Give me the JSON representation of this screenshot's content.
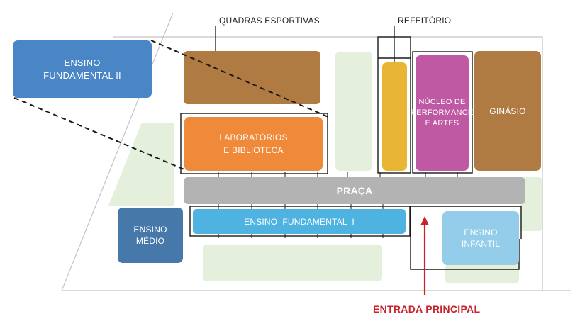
{
  "buildings": {
    "ensino_fundamental_ii": "ENSINO\nFUNDAMENTAL II",
    "quadras_esportivas": "QUADRAS ESPORTIVAS",
    "refeitorio": "REFEITÓRIO",
    "nucleo": "NÚCLEO DE\nPERFORMANCE\nE ARTES",
    "ginasio": "GINÁSIO",
    "laboratorios": "LABORATÓRIOS\nE BIBLIOTECA",
    "praca": "PRAÇA",
    "ensino_fundamental_i": "ENSINO  FUNDAMENTAL  I",
    "ensino_medio": "ENSINO\nMÉDIO",
    "ensino_infantil": "ENSINO\nINFANTIL"
  },
  "entrance": "ENTRADA PRINCIPAL",
  "colors": {
    "blue_fundamental_ii": "#4a86c5",
    "brown": "#b07a43",
    "yellow": "#e8b634",
    "magenta": "#c059a4",
    "orange": "#ef8a3a",
    "gray_praca": "#b3b3b3",
    "sky_fundamental_i": "#4fb3e2",
    "navy_medio": "#4679aa",
    "light_blue_infantil": "#93cde9",
    "green_area": "#e4f0dc",
    "entrance_red": "#c8232c"
  }
}
